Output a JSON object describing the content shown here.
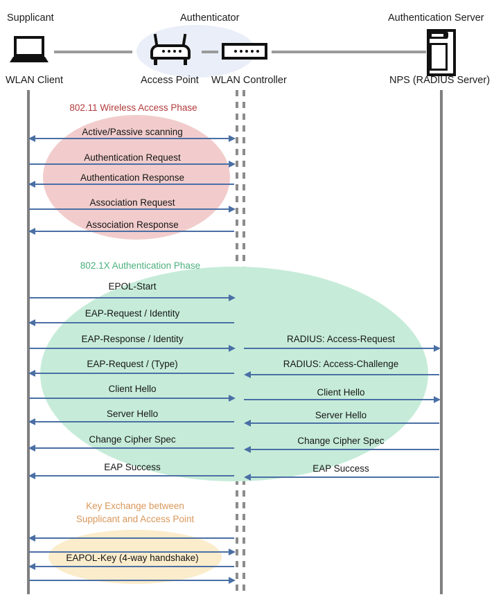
{
  "diagram": {
    "title": "802.1X / EAP wireless authentication sequence",
    "colors": {
      "arrow": "#4a6fa5",
      "lifeline": "#808080",
      "phase1_text": "#b33a3a",
      "phase1_blob": "#f2cccc",
      "phase2_text": "#4cb07d",
      "phase2_blob": "#c6ecd9",
      "phase3_text": "#d9975a",
      "phase3_blob": "#fbeccb",
      "authenticator_blob": "#e9eef8"
    }
  },
  "actors": [
    {
      "role": "Supplicant",
      "node": "WLAN Client",
      "icon": "laptop-icon"
    },
    {
      "role": "Authenticator",
      "node": "Access Point",
      "icon": "access-point-icon"
    },
    {
      "role": "",
      "node": "WLAN Controller",
      "icon": "wlan-controller-icon"
    },
    {
      "role": "Authentication Server",
      "node": "NPS (RADIUS Server)",
      "icon": "server-icon"
    }
  ],
  "phases": [
    {
      "id": "wireless-access",
      "caption": "802.11 Wireless Access Phase",
      "messages": [
        {
          "label": "Active/Passive scanning",
          "dir": "both",
          "side": "left"
        },
        {
          "label": "Authentication Request",
          "dir": "right",
          "side": "left"
        },
        {
          "label": "Authentication Response",
          "dir": "left",
          "side": "left"
        },
        {
          "label": "Association Request",
          "dir": "right",
          "side": "left"
        },
        {
          "label": "Association Response",
          "dir": "left",
          "side": "left"
        }
      ]
    },
    {
      "id": "dot1x-authentication",
      "caption": "802.1X Authentication Phase",
      "messages": [
        {
          "label": "EPOL-Start",
          "dir": "right",
          "side": "left"
        },
        {
          "label": "EAP-Request / Identity",
          "dir": "left",
          "side": "left"
        },
        {
          "label": "EAP-Response / Identity",
          "dir": "right",
          "side": "left"
        },
        {
          "label": "RADIUS: Access-Request",
          "dir": "right",
          "side": "right"
        },
        {
          "label": "EAP-Request / (Type)",
          "dir": "left",
          "side": "left"
        },
        {
          "label": "RADIUS: Access-Challenge",
          "dir": "left",
          "side": "right"
        },
        {
          "label": "Client Hello",
          "dir": "right",
          "side": "left"
        },
        {
          "label": "Client Hello",
          "dir": "right",
          "side": "right"
        },
        {
          "label": "Server Hello",
          "dir": "left",
          "side": "left"
        },
        {
          "label": "Server Hello",
          "dir": "left",
          "side": "right"
        },
        {
          "label": "Change Cipher Spec",
          "dir": "left",
          "side": "left"
        },
        {
          "label": "Change Cipher Spec",
          "dir": "left",
          "side": "right"
        },
        {
          "label": "EAP Success",
          "dir": "left",
          "side": "left"
        },
        {
          "label": "EAP Success",
          "dir": "left",
          "side": "right"
        }
      ]
    },
    {
      "id": "key-exchange",
      "caption": "Key Exchange between\nSupplicant and Access Point",
      "messages": [
        {
          "label": "",
          "dir": "left",
          "side": "left"
        },
        {
          "label": "",
          "dir": "right",
          "side": "left"
        },
        {
          "label": "EAPOL-Key (4-way handshake)",
          "dir": "left",
          "side": "left"
        },
        {
          "label": "",
          "dir": "right",
          "side": "left"
        }
      ]
    }
  ]
}
